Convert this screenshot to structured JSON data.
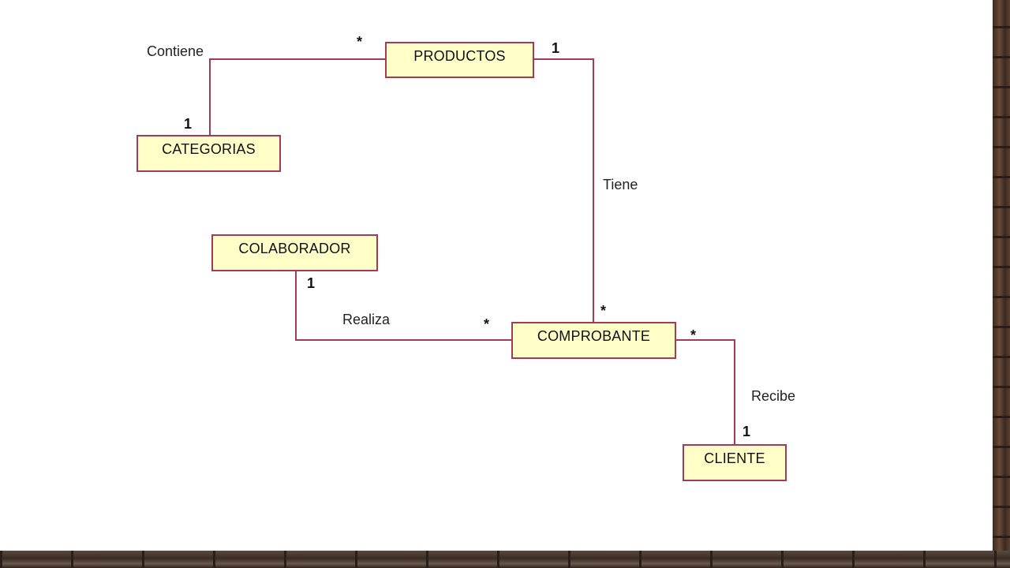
{
  "entities": {
    "productos": "PRODUCTOS",
    "categorias": "CATEGORIAS",
    "colaborador": "COLABORADOR",
    "comprobante": "COMPROBANTE",
    "cliente": "CLIENTE"
  },
  "relations": {
    "contiene": {
      "label": "Contiene",
      "mult_productos": "*",
      "mult_categorias": "1"
    },
    "tiene": {
      "label": "Tiene",
      "mult_productos": "1",
      "mult_comprobante": "*"
    },
    "realiza": {
      "label": "Realiza",
      "mult_colaborador": "1",
      "mult_comprobante": "*"
    },
    "recibe": {
      "label": "Recibe",
      "mult_comprobante": "*",
      "mult_cliente": "1"
    }
  },
  "colors": {
    "box_fill": "#ffffc8",
    "box_border": "#a33a5a",
    "line": "#a33a5a"
  }
}
